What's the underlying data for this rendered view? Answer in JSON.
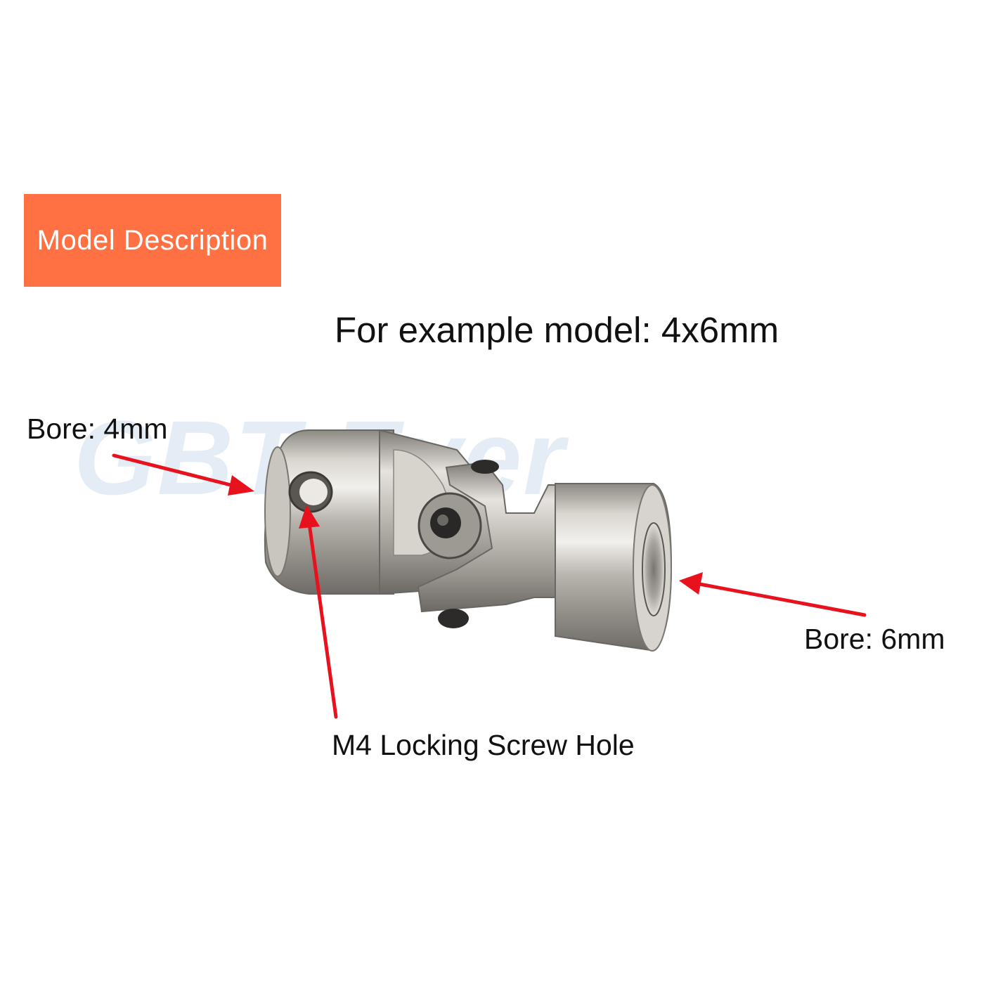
{
  "banner": {
    "text": "Model Description",
    "color": "#ff7043"
  },
  "subtitle": "For example model: 4x6mm",
  "watermark": "GBT-Ever",
  "callouts": {
    "left_bore": "Bore: 4mm",
    "right_bore": "Bore: 6mm",
    "screw_hole": "M4 Locking Screw Hole"
  },
  "colors": {
    "arrow": "#e8121e",
    "metal": "#b4b0aa",
    "text": "#111111"
  }
}
